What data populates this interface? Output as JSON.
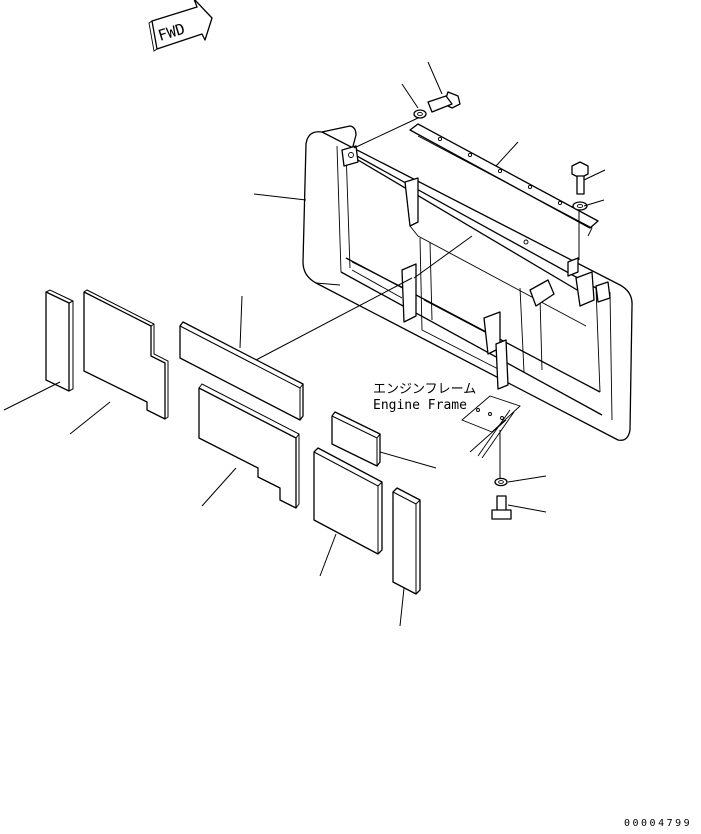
{
  "direction_arrow": {
    "label": "FWD"
  },
  "labels": {
    "engine_frame_jp": "エンジンフレーム",
    "engine_frame_en": "Engine Frame"
  },
  "drawing_number": "00004799"
}
